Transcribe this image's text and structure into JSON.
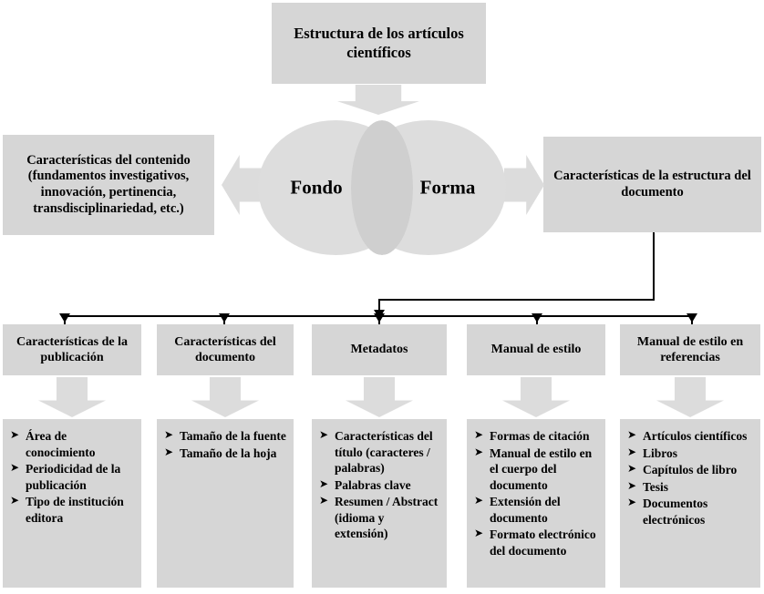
{
  "title_box": {
    "text": "Estructura de los artículos científicos"
  },
  "venn": {
    "left_label": "Fondo",
    "right_label": "Forma",
    "circle_color": "#dddddd",
    "overlap_color": "#cfcfcf"
  },
  "side_boxes": {
    "left": "Características del contenido (fundamentos investigativos, innovación, pertinencia, transdisciplinariedad, etc.)",
    "right": "Características de la estructura del documento"
  },
  "icons": {
    "title_arrow": "arrow-down-icon",
    "left_arrow": "arrow-left-icon",
    "right_arrow": "arrow-right-icon",
    "column_arrow": "arrow-down-icon",
    "bullet": "triangle-right-bullet-icon"
  },
  "colors": {
    "box_fill": "#d6d6d6",
    "arrow_fill": "#dcdcdc",
    "connector": "#000000"
  },
  "columns": [
    {
      "header": "Características de la publicación",
      "items": [
        {
          "bullet": "➤",
          "text": "Área de conocimiento"
        },
        {
          "bullet": "➤",
          "text": "Periodicidad de la publicación"
        },
        {
          "bullet": "➤",
          "text": "Tipo de institución editora"
        }
      ]
    },
    {
      "header": "Características del documento",
      "items": [
        {
          "bullet": "➤",
          "text": "Tamaño de la fuente"
        },
        {
          "bullet": "➤",
          "text": "Tamaño de la hoja"
        }
      ]
    },
    {
      "header": "Metadatos",
      "items": [
        {
          "bullet": "➤",
          "text": "Características del título (caracteres / palabras)"
        },
        {
          "bullet": "➤",
          "text": "Palabras clave"
        },
        {
          "bullet": "➤",
          "text": "Resumen / Abstract (idioma y extensión)"
        }
      ]
    },
    {
      "header": "Manual de estilo",
      "items": [
        {
          "bullet": "➤",
          "text": "Formas de citación"
        },
        {
          "bullet": "➤",
          "text": "Manual de estilo en el cuerpo del documento"
        },
        {
          "bullet": "➤",
          "text": "Extensión del documento"
        },
        {
          "bullet": "➤",
          "text": "Formato electrónico del documento"
        }
      ]
    },
    {
      "header": "Manual de estilo en referencias",
      "items": [
        {
          "bullet": "➤",
          "text": "Artículos científicos"
        },
        {
          "bullet": "➤",
          "text": "Libros"
        },
        {
          "bullet": "➤",
          "text": "Capítulos de libro"
        },
        {
          "bullet": "➤",
          "text": "Tesis"
        },
        {
          "bullet": "➤",
          "text": "Documentos electrónicos"
        }
      ]
    }
  ]
}
